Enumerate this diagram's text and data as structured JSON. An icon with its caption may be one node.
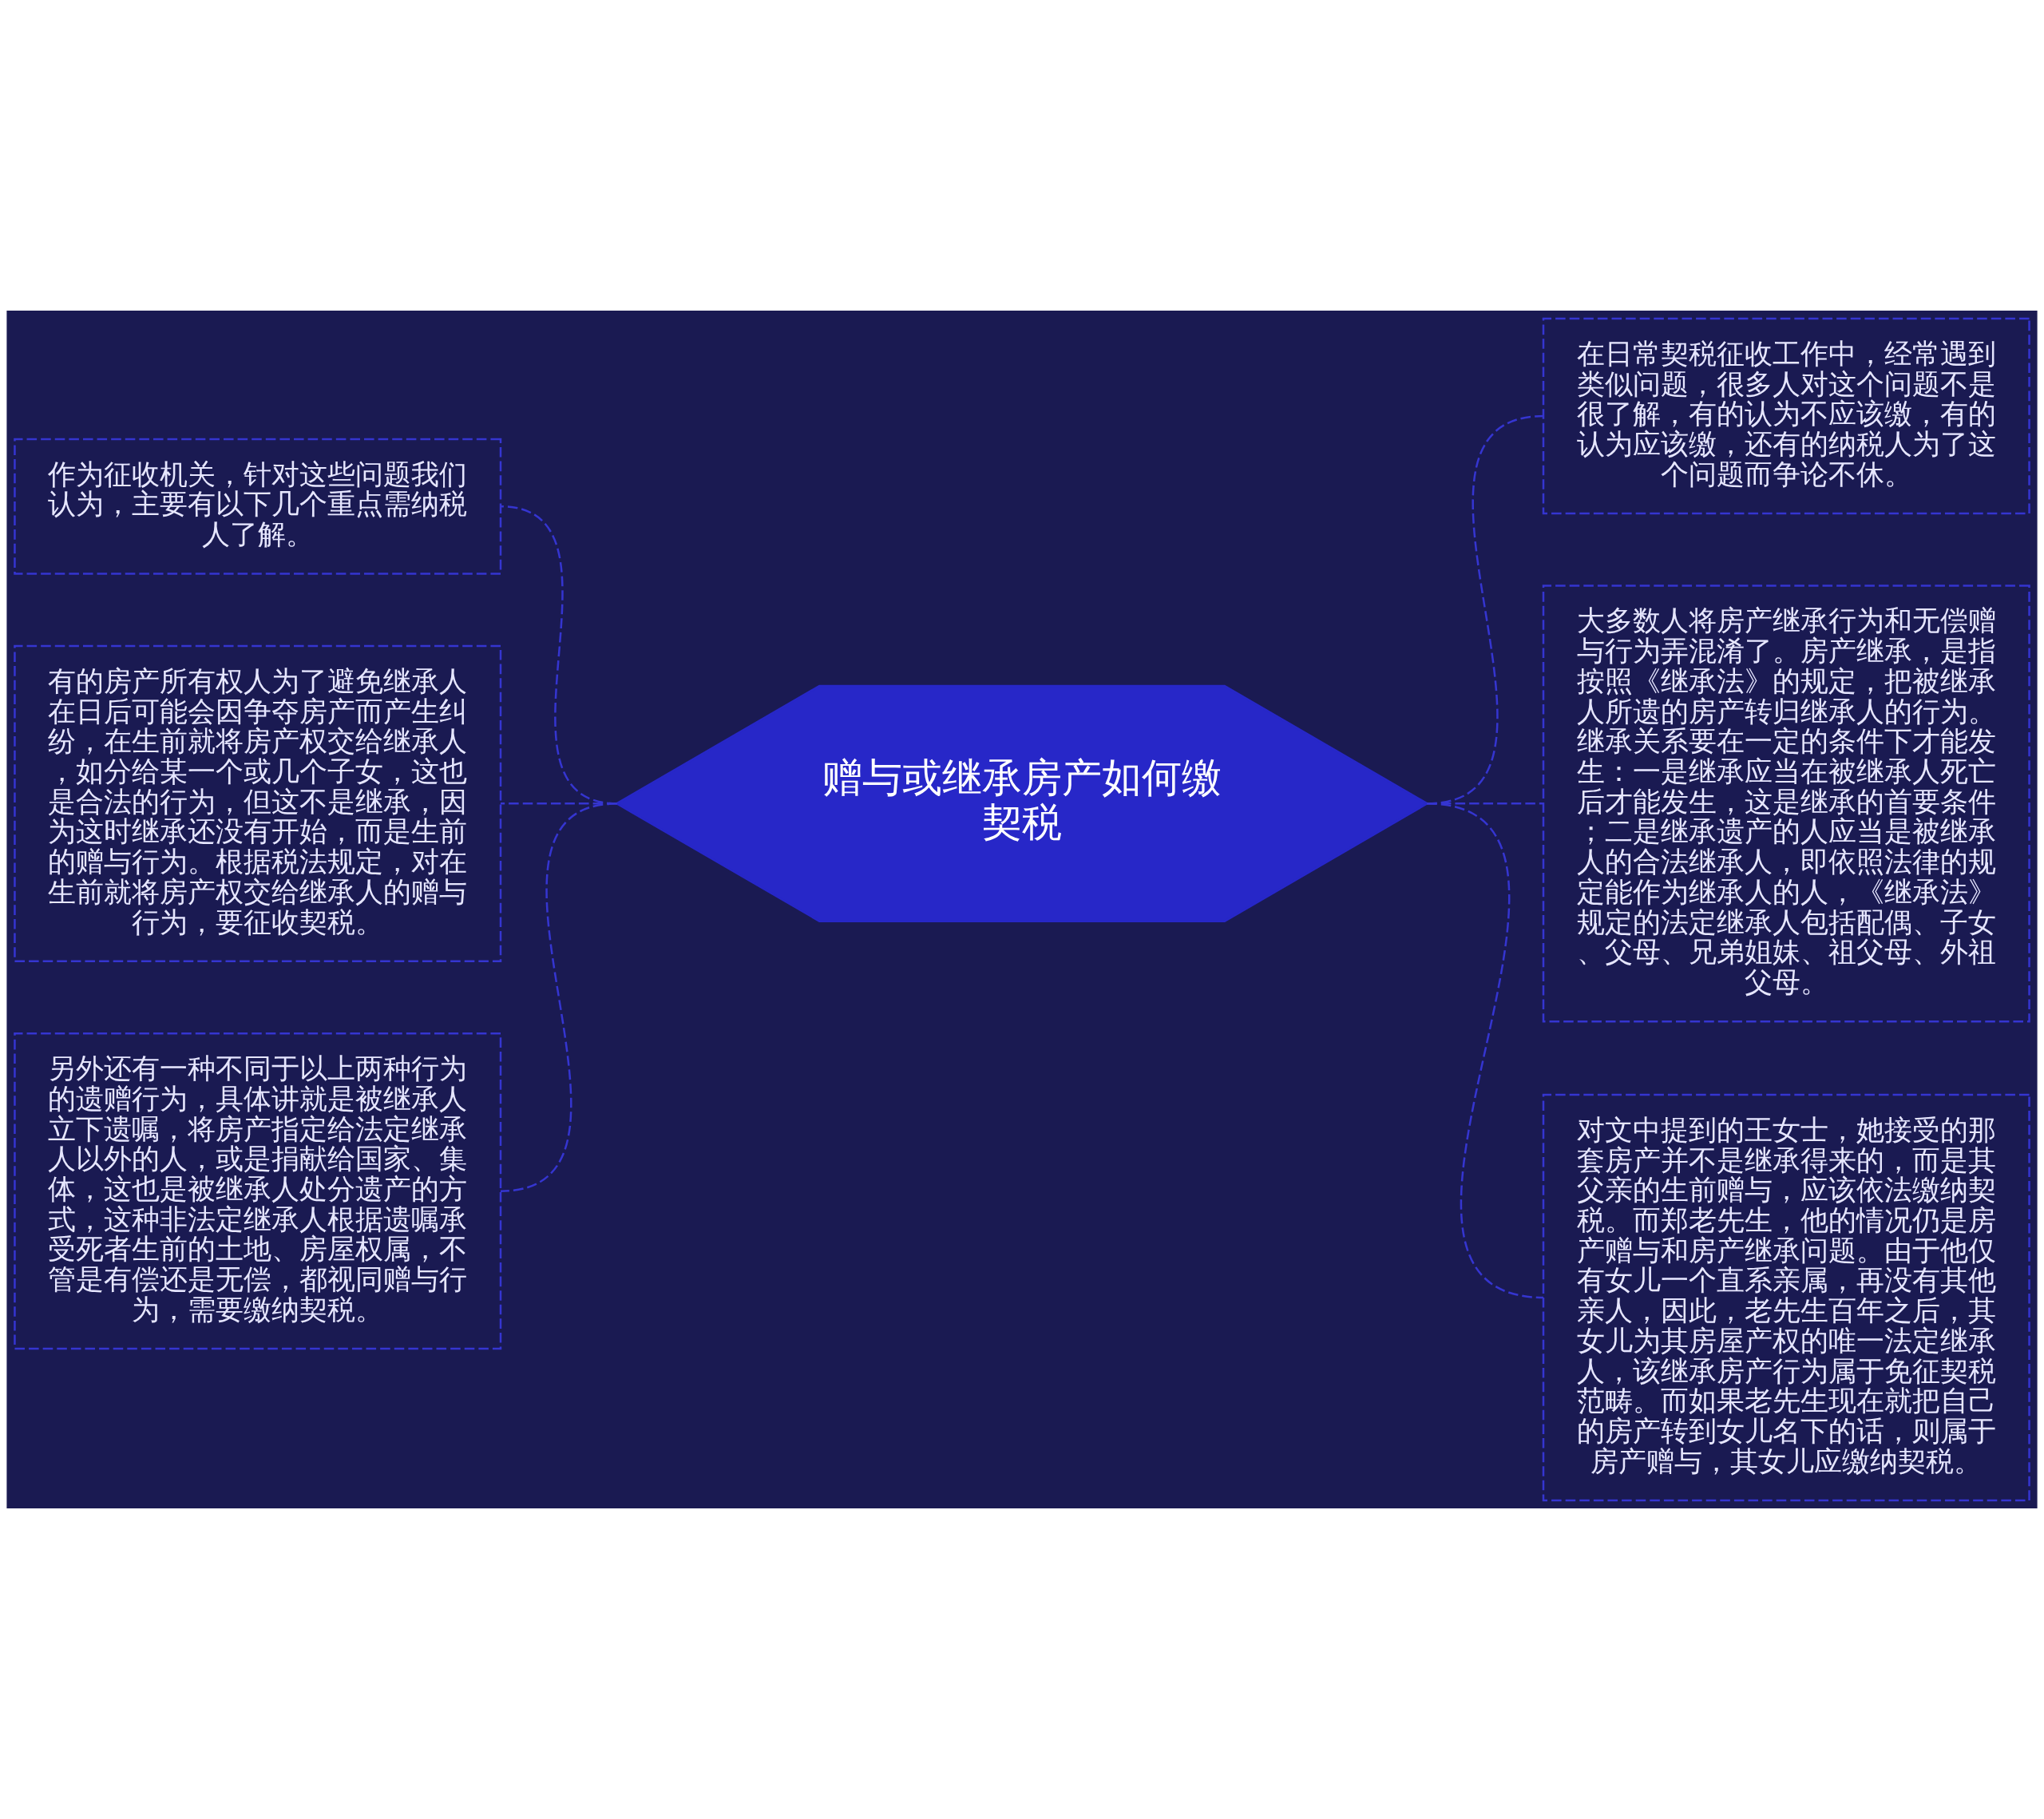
{
  "diagram": {
    "nodes": [
      {
        "text": [
          "赠与或继承房产如何缴契税"
        ]
      },
      {
        "text": [
          "作为征收机关，针对这些问题我们认为，主要有以下几个重点需纳税人了解。"
        ]
      },
      {
        "text": [
          "有的房产所有权人为了避免继承人在日后可能会因争夺房产而产生纠纷，在生前就将房产权交给继承人，如分给某一个或几个子女，这也是合法的行为，但这不是继承，因为这时继承还没有开始，而是生前的赠与行为。根据税法规定，对在生前就将房产权交给继承人的赠与行为，要征收契税。"
        ]
      },
      {
        "text": [
          "另外还有一种不同于以上两种行为的遗赠行为，具体讲就是被继承人立下遗嘱，将房产指定给法定继承人以外的人，或是捐献给国家、集体，这也是被继承人处分遗产的方式，这种非法定继承人根据遗嘱承受死者生前的土地、房屋权属，不管是有偿还是无偿，都视同赠与行为，需要缴纳契税。"
        ]
      },
      {
        "text": [
          "在日常契税征收工作中，经常遇到类似问题，很多人对这个问题不是很了解，有的认为不应该缴，有的认为应该缴，还有的纳税人为了这个问题而争论不休。"
        ]
      },
      {
        "text": [
          "大多数人将房产继承行为和无偿赠与行为弄混淆了。房产继承，是指按照《继承法》的规定，把被继承人所遗的房产转归继承人的行为。继承关系要在一定的条件下才能发生：一是继承应当在被继承人死亡后才能发生，这是继承的首要条件；二是继承遗产的人应当是被继承人的合法继承人，即依照法律的规定能作为继承人的人，《继承法》规定的法定继承人包括配偶、子女、父母、兄弟姐妹、祖父母、外祖父母。"
        ]
      },
      {
        "text": [
          "对文中提到的王女士，她接受的那套房产并不是继承得来的，而是其父亲的生前赠与，应该依法缴纳契税。而郑老先生，他的情况仍是房产赠与和房产继承问题。由于他仅有女儿一个直系亲属，再没有其他亲人，因此，老先生百年之后，其女儿为其房屋产权的唯一法定继承人，该继承房产行为属于免征契税范畴。而如果老先生现在就把自己的房产转到女儿名下的话，则属于房产赠与，其女儿应缴纳契税。"
        ]
      }
    ],
    "edges": [
      {
        "from": 0,
        "to": 1,
        "arrow": "none",
        "style": "dashed"
      },
      {
        "from": 0,
        "to": 2,
        "arrow": "none",
        "style": "dashed"
      },
      {
        "from": 0,
        "to": 3,
        "arrow": "none",
        "style": "dashed"
      },
      {
        "from": 0,
        "to": 4,
        "arrow": "none",
        "style": "dashed"
      },
      {
        "from": 0,
        "to": 5,
        "arrow": "none",
        "style": "dashed"
      },
      {
        "from": 0,
        "to": 6,
        "arrow": "none",
        "style": "dashed"
      }
    ]
  }
}
